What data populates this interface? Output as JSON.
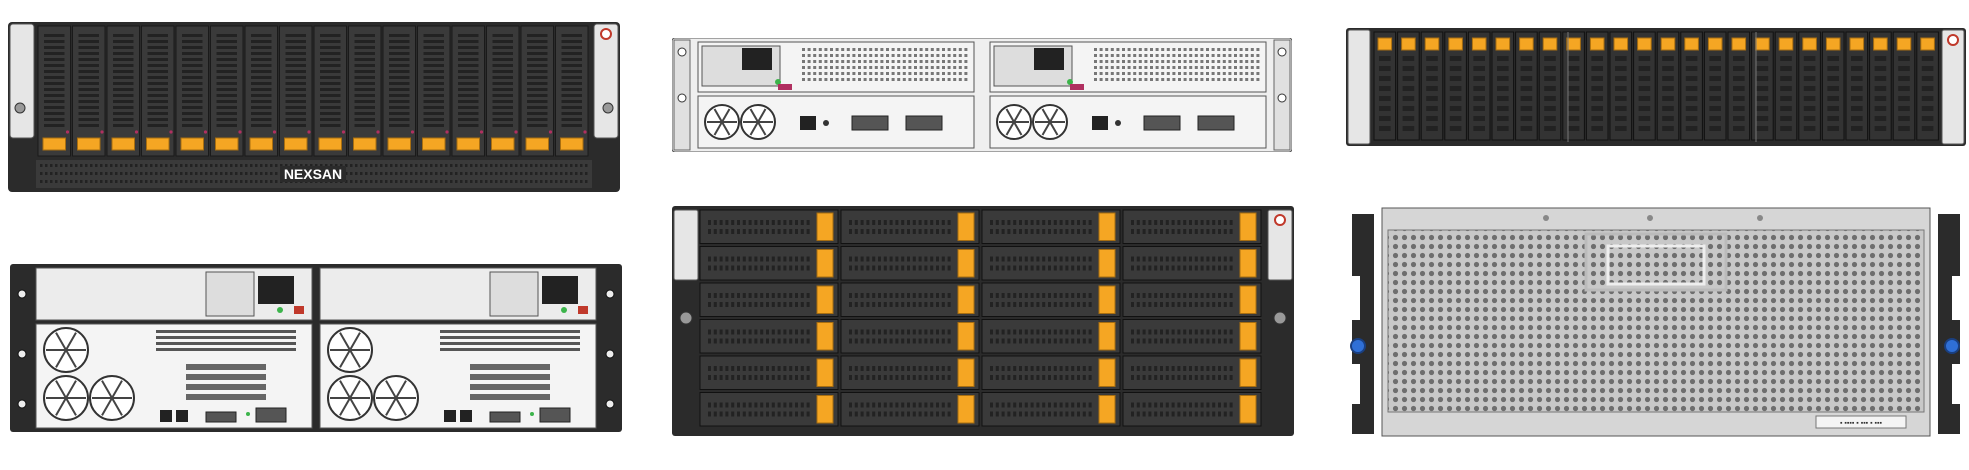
{
  "page": {
    "background": "#ffffff"
  },
  "brand": {
    "logo_text": "NEXSAN"
  },
  "colors": {
    "chassis_dark": "#2b2b2b",
    "chassis_mid": "#4a4a4a",
    "bezel_light": "#e6e6e6",
    "drive_amber": "#f5a623",
    "steel_grey": "#9a9a9a",
    "port_blue": "#2f6fd6",
    "power_red": "#c0392b",
    "led_green": "#3cb44b",
    "accent_magenta": "#b03060"
  },
  "enclosures": [
    {
      "id": "e60-front",
      "view": "front",
      "icon": "drive-bay-icon",
      "bays": 16
    },
    {
      "id": "e18-rear",
      "view": "rear",
      "icon": "psu-icon",
      "controllers": 2
    },
    {
      "id": "e48-front",
      "view": "front",
      "icon": "drive-bay-icon",
      "bays": 24
    },
    {
      "id": "e60-rear",
      "view": "rear",
      "icon": "psu-icon",
      "controllers": 2
    },
    {
      "id": "e48-3u-front",
      "view": "front",
      "icon": "drive-bay-icon",
      "bays": 24
    },
    {
      "id": "e60-top-cover",
      "view": "top",
      "icon": "perforated-cover-icon"
    }
  ],
  "cover_label": {
    "text": "▪ ▪▪▪▪ ▪ ▪▪▪ ▪ ▪▪▪"
  }
}
